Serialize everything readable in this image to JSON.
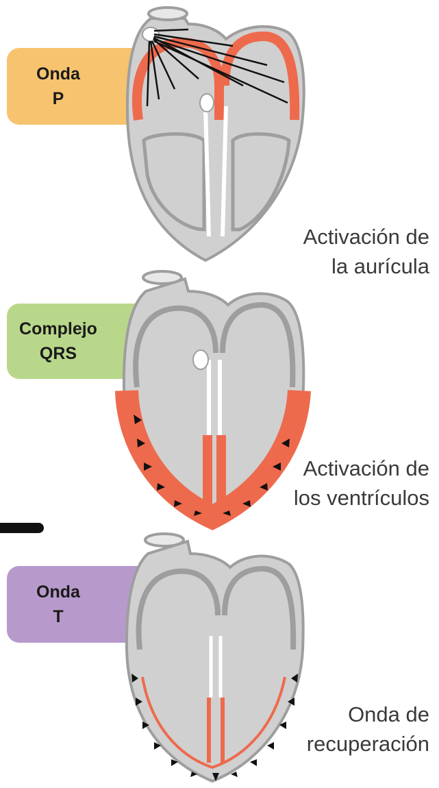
{
  "panels": [
    {
      "label_line1": "Onda",
      "label_line2": "P",
      "label_color": "#f7c36f",
      "caption_line1": "Activación de",
      "caption_line2": "la aurícula"
    },
    {
      "label_line1": "Complejo",
      "label_line2": "QRS",
      "label_color": "#b9d78a",
      "caption_line1": "Activación de",
      "caption_line2": "los ventrículos"
    },
    {
      "label_line1": "Onda",
      "label_line2": "T",
      "label_color": "#b79acb",
      "caption_line1": "Onda de",
      "caption_line2": "recuperación"
    }
  ],
  "colors": {
    "tissue": "#d0d0d0",
    "wall": "#9e9e9e",
    "active": "#ee6a4d",
    "arrow": "#111111"
  }
}
